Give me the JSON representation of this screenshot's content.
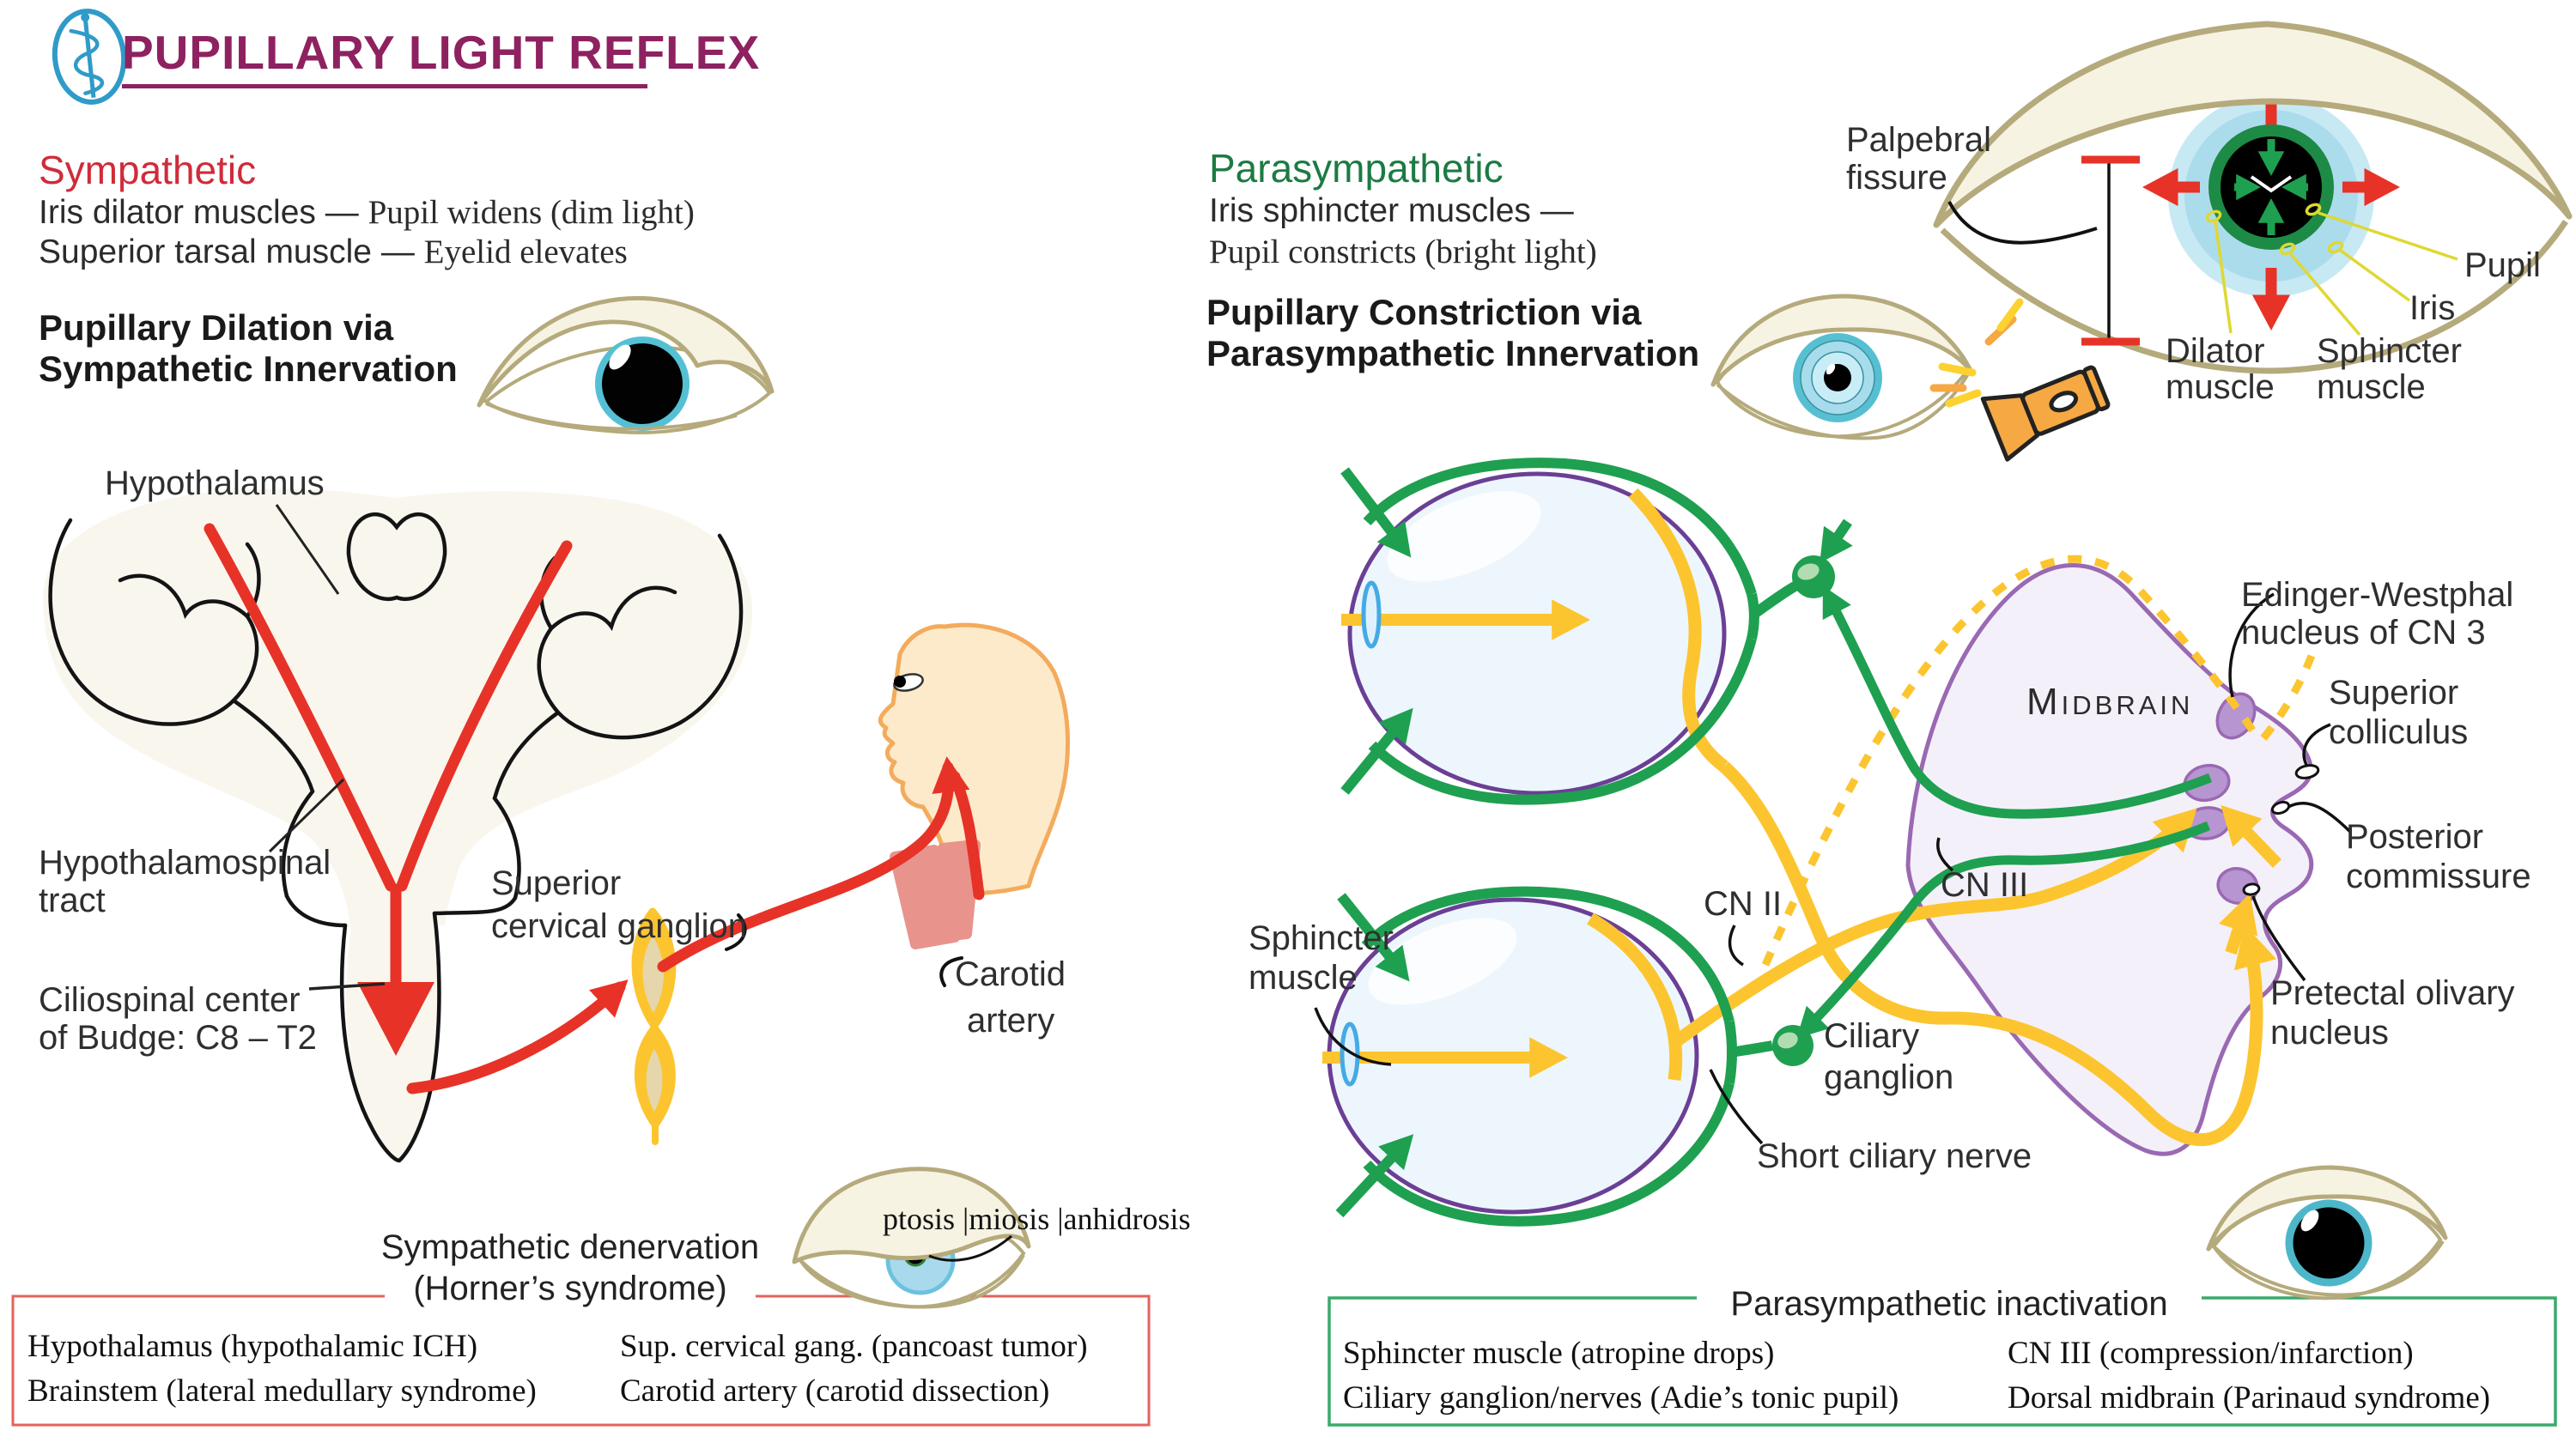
{
  "header": {
    "title": "PUPILLARY LIGHT REFLEX"
  },
  "sympathetic": {
    "heading": "Sympathetic",
    "line1_lead": "Iris dilator muscles — ",
    "line1_tail": "Pupil widens (dim light)",
    "line2_lead": "Superior tarsal muscle — ",
    "line2_tail": "Eyelid elevates",
    "subtitle1": "Pupillary Dilation via",
    "subtitle2": "Sympathetic Innervation",
    "labels": {
      "hypothalamus": "Hypothalamus",
      "hst1": "Hypothalamospinal",
      "hst2": "tract",
      "cil1": "Ciliospinal center",
      "cil2": "of Budge: C8 – T2",
      "scg1": "Superior",
      "scg2": "cervical ganglion",
      "car1": "Carotid",
      "car2": "artery"
    },
    "denervation": {
      "title1": "Sympathetic denervation",
      "title2": "(Horner’s syndrome)",
      "triad": "ptosis |miosis |anhidrosis",
      "items": [
        "Hypothalamus (hypothalamic ICH)",
        "Brainstem (lateral medullary syndrome)",
        "Sup. cervical gang. (pancoast tumor)",
        "Carotid artery (carotid dissection)"
      ]
    }
  },
  "parasympathetic": {
    "heading": "Parasympathetic",
    "line1": "Iris sphincter muscles —",
    "line2": "Pupil constricts (bright light)",
    "subtitle1": "Pupillary Constriction via",
    "subtitle2": "Parasympathetic Innervation",
    "eye_anatomy": {
      "palpebral1": "Palpebral",
      "palpebral2": "fissure",
      "pupil": "Pupil",
      "iris": "Iris",
      "dilator1": "Dilator",
      "dilator2": "muscle",
      "sphincter1": "Sphincter",
      "sphincter2": "muscle"
    },
    "pathway": {
      "midbrain": "Midbrain",
      "ew1": "Edinger-Westphal",
      "ew2": "nucleus of CN 3",
      "sc1": "Superior",
      "sc2": "colliculus",
      "pc1": "Posterior",
      "pc2": "commissure",
      "pon1": "Pretectal olivary",
      "pon2": "nucleus",
      "cn2": "CN II",
      "cn3": "CN III",
      "cg1": "Ciliary",
      "cg2": "ganglion",
      "scn": "Short ciliary nerve",
      "sm1": "Sphincter",
      "sm2": "muscle"
    },
    "inactivation": {
      "title": "Parasympathetic inactivation",
      "items": [
        "Sphincter muscle (atropine drops)",
        "Ciliary ganglion/nerves (Adie’s tonic pupil)",
        "CN III (compression/infarction)",
        "Dorsal midbrain (Parinaud syndrome)"
      ]
    }
  },
  "colors": {
    "title_maroon": "#8e2160",
    "sympathetic_red": "#cf2b3a",
    "parasympathetic_green": "#1b7b43",
    "pathway_green": "#1ea050",
    "pathway_yellow": "#fcc52f",
    "arrow_red": "#e73228",
    "midbrain_purple": "#9a69b3",
    "eyeball_purple": "#6b3f95",
    "horner_box_border": "#e4625d",
    "inactivation_box_border": "#3aaa6a",
    "lid_tan": "#b5aa7c",
    "logo_blue": "#2f9bc8"
  }
}
